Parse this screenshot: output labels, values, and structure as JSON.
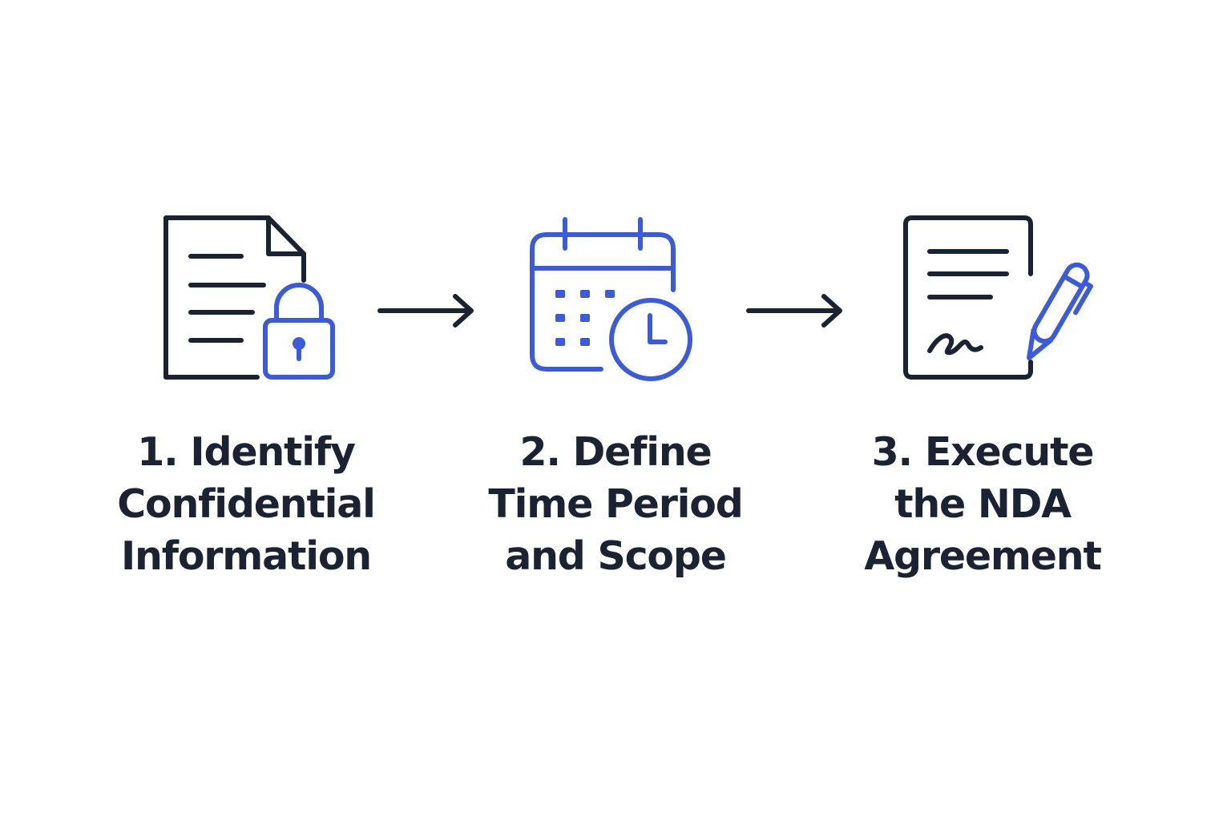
{
  "colors": {
    "ink": "#1b2231",
    "accent": "#3b5bdb",
    "background": "#ffffff"
  },
  "steps": [
    {
      "icon": "document-lock-icon",
      "lines": [
        "1. Identify",
        "Confidential",
        "Information"
      ]
    },
    {
      "icon": "calendar-clock-icon",
      "lines": [
        "2. Define",
        "Time Period",
        "and Scope"
      ]
    },
    {
      "icon": "document-signature-pen-icon",
      "lines": [
        "3. Execute",
        "the NDA",
        "Agreement"
      ]
    }
  ],
  "connectors": [
    "arrow-right-icon",
    "arrow-right-icon"
  ]
}
